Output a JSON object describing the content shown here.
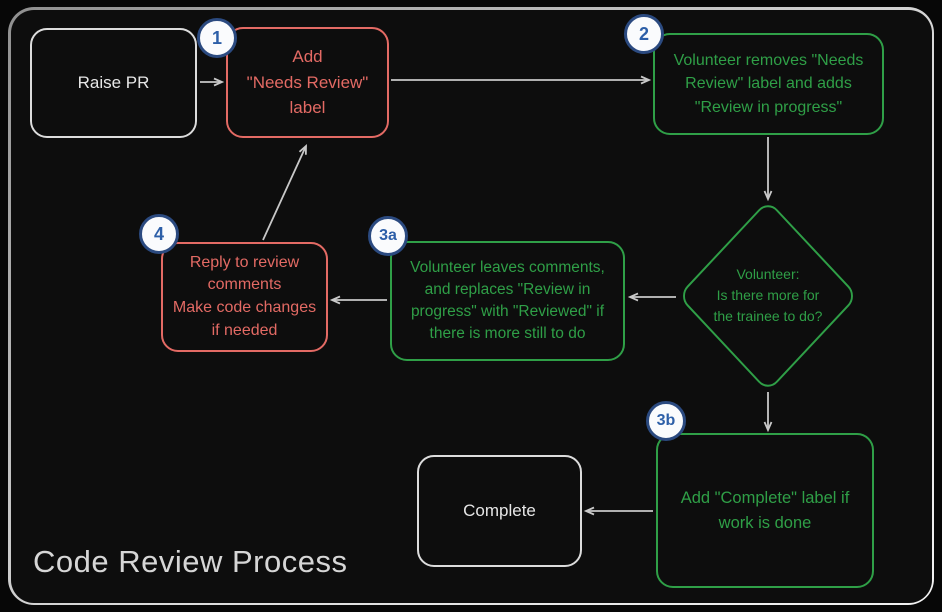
{
  "title": "Code Review Process",
  "colors": {
    "red": "#e36a64",
    "green": "#2f9f47",
    "arrow": "#c8c8c8",
    "box_border": "#dcdcdc",
    "badge_border": "#2b4a80",
    "badge_text": "#2d5fa8"
  },
  "nodes": {
    "raise_pr": {
      "label": "Raise PR"
    },
    "step1": {
      "badge": "1",
      "lines": [
        "Add",
        "\"Needs Review\"",
        "label"
      ]
    },
    "step2": {
      "badge": "2",
      "lines": [
        "Volunteer removes \"Needs",
        "Review\" label and adds",
        "\"Review in progress\""
      ]
    },
    "decision": {
      "lines": [
        "Volunteer:",
        "Is there more for",
        "the trainee to do?"
      ]
    },
    "step3a": {
      "badge": "3a",
      "lines": [
        "Volunteer leaves comments,",
        "and replaces \"Review in",
        "progress\" with \"Reviewed\" if",
        "there is more still to do"
      ]
    },
    "step4": {
      "badge": "4",
      "lines": [
        "Reply to review",
        "comments",
        "Make code changes",
        "if needed"
      ]
    },
    "step3b": {
      "badge": "3b",
      "lines": [
        "Add \"Complete\" label if",
        "work is done"
      ]
    },
    "complete": {
      "label": "Complete"
    }
  }
}
